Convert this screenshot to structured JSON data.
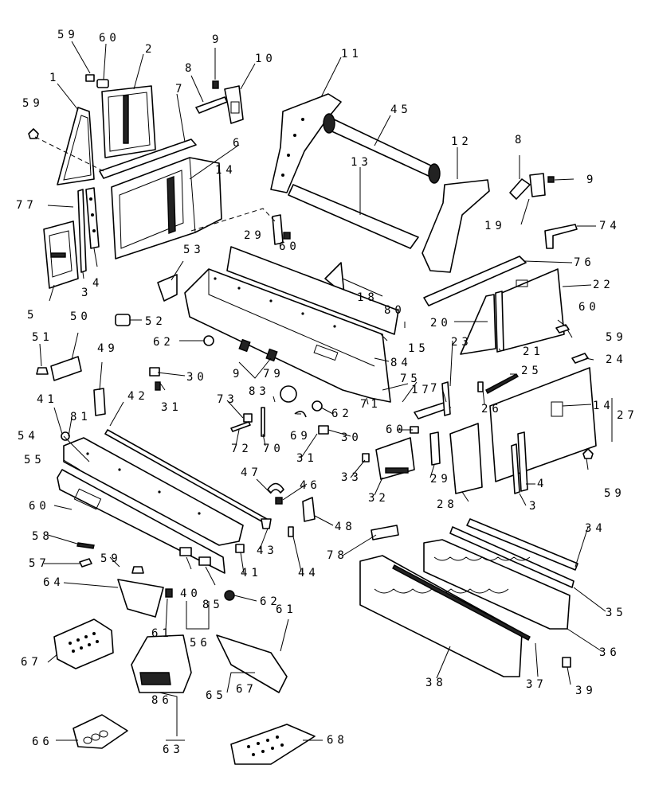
{
  "diagram": {
    "type": "exploded-parts-diagram",
    "callouts": [
      {
        "id": "c59a",
        "label": "59"
      },
      {
        "id": "c60a",
        "label": "60"
      },
      {
        "id": "c9a",
        "label": "9"
      },
      {
        "id": "c10",
        "label": "10"
      },
      {
        "id": "c11",
        "label": "11"
      },
      {
        "id": "c45",
        "label": "45"
      },
      {
        "id": "c2",
        "label": "2"
      },
      {
        "id": "c1",
        "label": "1"
      },
      {
        "id": "c59b",
        "label": "59"
      },
      {
        "id": "c8a",
        "label": "8"
      },
      {
        "id": "c7a",
        "label": "7"
      },
      {
        "id": "c6",
        "label": "6"
      },
      {
        "id": "c14a",
        "label": "14"
      },
      {
        "id": "c12",
        "label": "12"
      },
      {
        "id": "c13",
        "label": "13"
      },
      {
        "id": "c8b",
        "label": "8"
      },
      {
        "id": "c9b",
        "label": "9"
      },
      {
        "id": "c77",
        "label": "77"
      },
      {
        "id": "c19",
        "label": "19"
      },
      {
        "id": "c74",
        "label": "74"
      },
      {
        "id": "c29a",
        "label": "29"
      },
      {
        "id": "c60b",
        "label": "60"
      },
      {
        "id": "c76",
        "label": "76"
      },
      {
        "id": "c53",
        "label": "53"
      },
      {
        "id": "c3a",
        "label": "3"
      },
      {
        "id": "c4a",
        "label": "4"
      },
      {
        "id": "c22",
        "label": "22"
      },
      {
        "id": "c5",
        "label": "5"
      },
      {
        "id": "c18",
        "label": "18"
      },
      {
        "id": "c80",
        "label": "80"
      },
      {
        "id": "c60c",
        "label": "60"
      },
      {
        "id": "c52",
        "label": "52"
      },
      {
        "id": "c20",
        "label": "20"
      },
      {
        "id": "c59c",
        "label": "59"
      },
      {
        "id": "c50",
        "label": "50"
      },
      {
        "id": "c62a",
        "label": "62"
      },
      {
        "id": "c15",
        "label": "15"
      },
      {
        "id": "c23",
        "label": "23"
      },
      {
        "id": "c51",
        "label": "51"
      },
      {
        "id": "c49",
        "label": "49"
      },
      {
        "id": "c21",
        "label": "21"
      },
      {
        "id": "c24",
        "label": "24"
      },
      {
        "id": "c84",
        "label": "84"
      },
      {
        "id": "c79a",
        "label": "9"
      },
      {
        "id": "c79b",
        "label": "79"
      },
      {
        "id": "c75",
        "label": "75"
      },
      {
        "id": "c25",
        "label": "25"
      },
      {
        "id": "c30a",
        "label": "30"
      },
      {
        "id": "c17",
        "label": "17"
      },
      {
        "id": "c31a",
        "label": "31"
      },
      {
        "id": "c26",
        "label": "26"
      },
      {
        "id": "c83",
        "label": "83"
      },
      {
        "id": "c73",
        "label": "73"
      },
      {
        "id": "c62b",
        "label": "62"
      },
      {
        "id": "c71",
        "label": "71"
      },
      {
        "id": "c14b",
        "label": "14"
      },
      {
        "id": "c27",
        "label": "27"
      },
      {
        "id": "c41a",
        "label": "41"
      },
      {
        "id": "c42",
        "label": "42"
      },
      {
        "id": "c7b",
        "label": "7"
      },
      {
        "id": "c81",
        "label": "81"
      },
      {
        "id": "c69",
        "label": "69"
      },
      {
        "id": "c30b",
        "label": "30"
      },
      {
        "id": "c60d",
        "label": "60"
      },
      {
        "id": "c54",
        "label": "54"
      },
      {
        "id": "c72",
        "label": "72"
      },
      {
        "id": "c70",
        "label": "70"
      },
      {
        "id": "c31b",
        "label": "31"
      },
      {
        "id": "c55",
        "label": "55"
      },
      {
        "id": "c33",
        "label": "33"
      },
      {
        "id": "c29b",
        "label": "29"
      },
      {
        "id": "c59d",
        "label": "59"
      },
      {
        "id": "c47",
        "label": "47"
      },
      {
        "id": "c46",
        "label": "46"
      },
      {
        "id": "c32",
        "label": "32"
      },
      {
        "id": "c28",
        "label": "28"
      },
      {
        "id": "c4b",
        "label": "4"
      },
      {
        "id": "c60e",
        "label": "60"
      },
      {
        "id": "c3b",
        "label": "3"
      },
      {
        "id": "c48",
        "label": "48"
      },
      {
        "id": "c34",
        "label": "34"
      },
      {
        "id": "c58",
        "label": "58"
      },
      {
        "id": "c43",
        "label": "43"
      },
      {
        "id": "c78",
        "label": "78"
      },
      {
        "id": "c41b",
        "label": "41"
      },
      {
        "id": "c44",
        "label": "44"
      },
      {
        "id": "c57",
        "label": "57"
      },
      {
        "id": "c59e",
        "label": "59"
      },
      {
        "id": "c35",
        "label": "35"
      },
      {
        "id": "c64",
        "label": "64"
      },
      {
        "id": "c40",
        "label": "40"
      },
      {
        "id": "c85",
        "label": "85"
      },
      {
        "id": "c62c",
        "label": "62"
      },
      {
        "id": "c36",
        "label": "36"
      },
      {
        "id": "c61a",
        "label": "61"
      },
      {
        "id": "c56",
        "label": "56"
      },
      {
        "id": "c61b",
        "label": "61"
      },
      {
        "id": "c67a",
        "label": "67"
      },
      {
        "id": "c38",
        "label": "38"
      },
      {
        "id": "c37",
        "label": "37"
      },
      {
        "id": "c65",
        "label": "65"
      },
      {
        "id": "c67b",
        "label": "67"
      },
      {
        "id": "c39",
        "label": "39"
      },
      {
        "id": "c86",
        "label": "86"
      },
      {
        "id": "c66",
        "label": "66"
      },
      {
        "id": "c63",
        "label": "63"
      },
      {
        "id": "c68",
        "label": "68"
      }
    ]
  }
}
